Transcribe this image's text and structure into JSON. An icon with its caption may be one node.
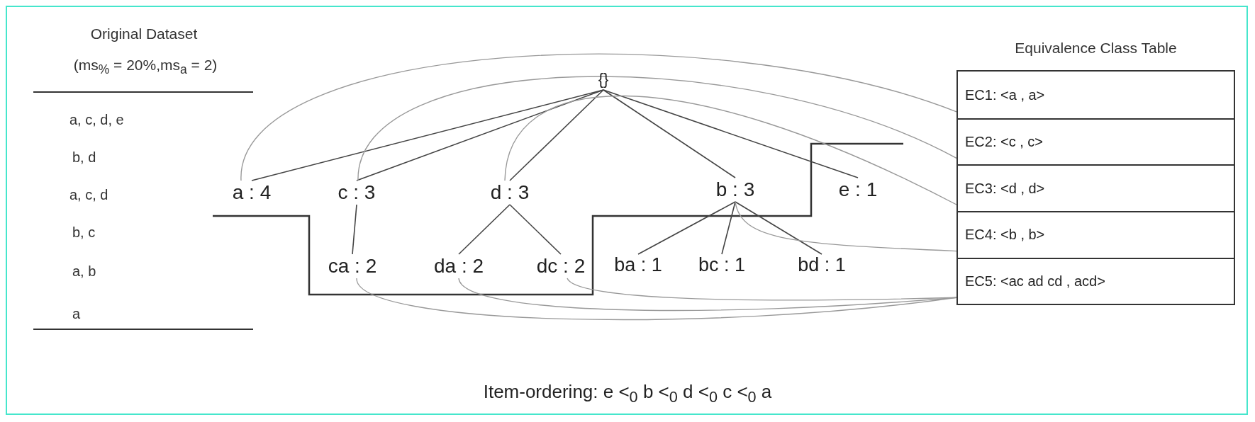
{
  "diagram": {
    "caption": "Item-ordering: e <$_{0}$ b <$_{0}$ d <$_{0}$ c <$_{0}$ a",
    "nodes": [
      {
        "text": [
          "{}"
        ]
      },
      {
        "text": [
          "a : 4"
        ]
      },
      {
        "text": [
          "c : 3"
        ]
      },
      {
        "text": [
          "d : 3"
        ]
      },
      {
        "text": [
          "b : 3"
        ]
      },
      {
        "text": [
          "e : 1"
        ]
      },
      {
        "text": [
          "ca : 2"
        ]
      },
      {
        "text": [
          "da : 2"
        ]
      },
      {
        "text": [
          "dc : 2"
        ]
      },
      {
        "text": [
          "ba : 1"
        ]
      },
      {
        "text": [
          "bc : 1"
        ]
      },
      {
        "text": [
          "bd : 1"
        ]
      },
      {
        "text": [
          "Equivalence Class Table"
        ]
      },
      {
        "text": [
          "EC1: <a , a>"
        ],
        "in": 12
      },
      {
        "text": [
          "EC2: <c , c>"
        ],
        "in": 12
      },
      {
        "text": [
          "EC3: <d , d>"
        ],
        "in": 12
      },
      {
        "text": [
          "EC4: <b , b>"
        ],
        "in": 12
      },
      {
        "text": [
          "EC5: <ac ad cd , acd>"
        ],
        "in": 12
      }
    ],
    "edges": [
      {
        "from": 0,
        "to": 1,
        "arrow": "none"
      },
      {
        "from": 0,
        "to": 2,
        "arrow": "none"
      },
      {
        "from": 0,
        "to": 3,
        "arrow": "none"
      },
      {
        "from": 0,
        "to": 4,
        "arrow": "none"
      },
      {
        "from": 0,
        "to": 5,
        "arrow": "none"
      },
      {
        "from": 2,
        "to": 6,
        "arrow": "none"
      },
      {
        "from": 3,
        "to": 7,
        "arrow": "none"
      },
      {
        "from": 3,
        "to": 8,
        "arrow": "none"
      },
      {
        "from": 4,
        "to": 9,
        "arrow": "none"
      },
      {
        "from": 4,
        "to": 10,
        "arrow": "none"
      },
      {
        "from": 4,
        "to": 11,
        "arrow": "none"
      },
      {
        "from": 1,
        "to": 13,
        "arrow": "none",
        "color": "#999999"
      },
      {
        "from": 2,
        "to": 14,
        "arrow": "none",
        "color": "#999999"
      },
      {
        "from": 3,
        "to": 15,
        "arrow": "none",
        "color": "#999999"
      },
      {
        "from": 4,
        "to": 16,
        "arrow": "none",
        "color": "#999999"
      },
      {
        "from": 6,
        "to": 17,
        "arrow": "none",
        "color": "#999999"
      },
      {
        "from": 7,
        "to": 17,
        "arrow": "none",
        "color": "#999999"
      },
      {
        "from": 8,
        "to": 17,
        "arrow": "none",
        "color": "#999999"
      }
    ],
    "labels": [
      "Original Dataset",
      "(ms$_{%}$ = 20%,ms$_{a}$ = 2)",
      "a, c, d, e",
      "b, d",
      "a, c, d",
      "b, c",
      "a, b",
      "a"
    ]
  }
}
